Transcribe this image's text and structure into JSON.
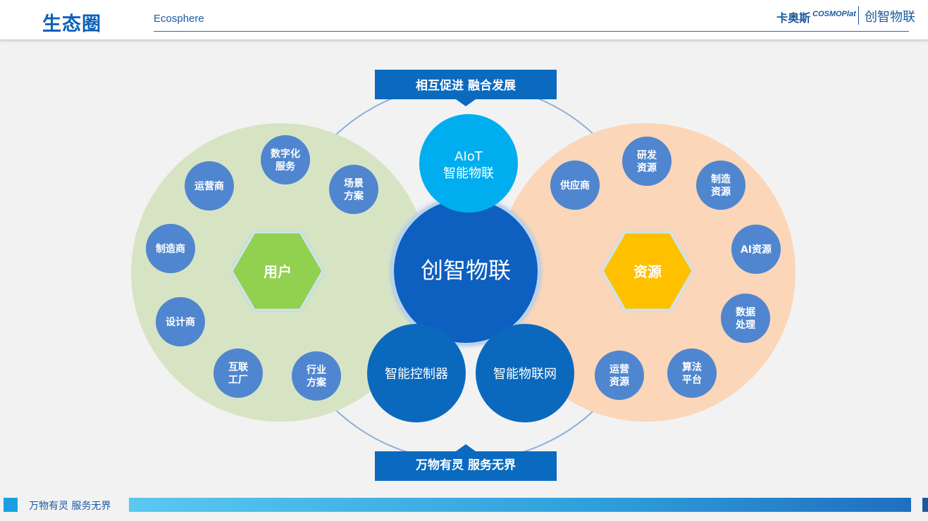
{
  "header": {
    "title": "生态圈",
    "subtitle": "Ecosphere",
    "brand_cn": "卡奥斯",
    "brand_en": "COSMOPlat",
    "brand_2": "创智物联"
  },
  "banners": {
    "top": "相互促进 融合发展",
    "bottom": "万物有灵 服务无界"
  },
  "center": {
    "main": "创智物联",
    "top_line1": "AIoT",
    "top_line2": "智能物联",
    "bottom_left": "智能控制器",
    "bottom_right": "智能物联网"
  },
  "users": {
    "hex_label": "用户",
    "items": [
      [
        "数字化",
        "服务"
      ],
      [
        "运营商"
      ],
      [
        "场景",
        "方案"
      ],
      [
        "制造商"
      ],
      [
        "设计商"
      ],
      [
        "互联",
        "工厂"
      ],
      [
        "行业",
        "方案"
      ]
    ]
  },
  "resources": {
    "hex_label": "资源",
    "items": [
      [
        "研发",
        "资源"
      ],
      [
        "供应商"
      ],
      [
        "制造",
        "资源"
      ],
      [
        "AI资源"
      ],
      [
        "数据",
        "处理"
      ],
      [
        "算法",
        "平台"
      ],
      [
        "运营",
        "资源"
      ]
    ]
  },
  "footer": {
    "text": "万物有灵  服务无界"
  },
  "colors": {
    "left_circle": "#d7e4c4",
    "right_circle": "#fbd6b8",
    "node": "#4f86cf",
    "center": "#0a5fc0",
    "aiot": "#00aeef",
    "controller": "#0b69bd",
    "user_hex": "#92d050",
    "resource_hex": "#ffc000",
    "banner": "#0a6abf"
  }
}
